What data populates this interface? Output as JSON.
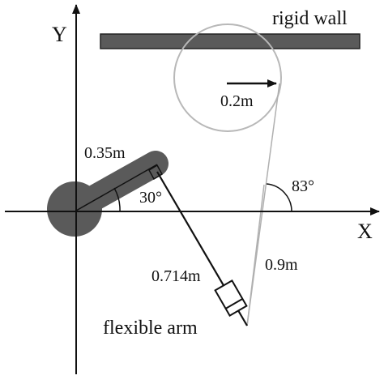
{
  "labels": {
    "y_axis": "Y",
    "x_axis": "X",
    "wall": "rigid wall",
    "radius": "0.2m",
    "rigid_link": "0.35m",
    "joint_angle": "30°",
    "line_angle": "83°",
    "flexible_length": "0.714m",
    "distance": "0.9m",
    "flexible": "flexible arm"
  },
  "colors": {
    "axis": "#111111",
    "rigid_link": "#5a5a5a",
    "wall": "#5a5a5a",
    "circle": "#b8b8b8",
    "thin_line": "#b0b0b0"
  }
}
